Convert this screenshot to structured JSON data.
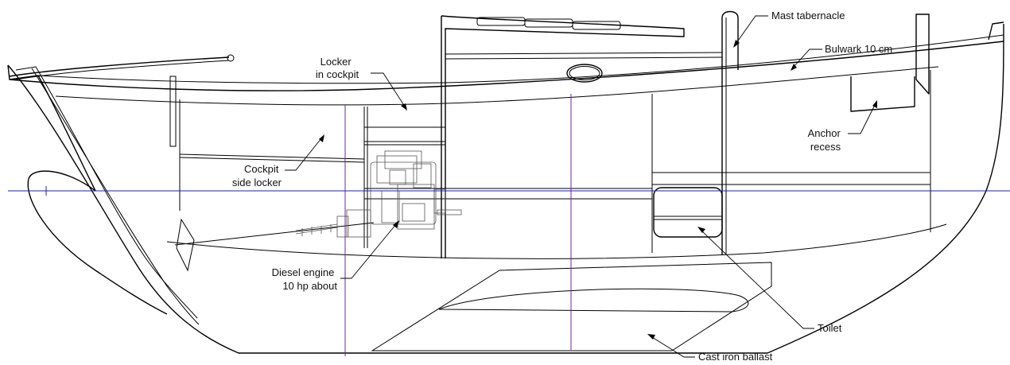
{
  "colors": {
    "ballast": "#eee3d3",
    "tank": "#dadaf4",
    "guide_lines": "#7a1fa8",
    "waterline": "#1f1fb3"
  },
  "labels": {
    "mast_tabernacle": "Mast tabernacle",
    "bulwark": "Bulwark 10 cm",
    "locker_in_cockpit": [
      "Locker",
      "in cockpit"
    ],
    "anchor_recess": [
      "Anchor",
      "recess"
    ],
    "cockpit_side_locker": [
      "Cockpit",
      "side locker"
    ],
    "diesel_engine": [
      "Diesel engine",
      "10 hp about"
    ],
    "toilet": "Toilet",
    "cast_iron_ballast": "Cast iron ballast"
  }
}
